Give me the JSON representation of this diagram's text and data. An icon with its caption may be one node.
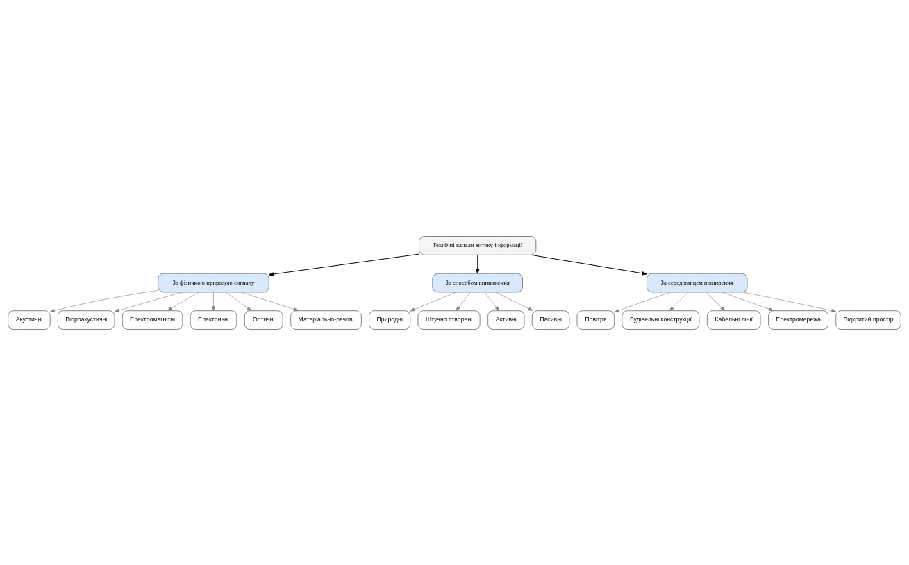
{
  "diagram": {
    "nodes": [
      {
        "text": [
          "Технічні канали витоку інформації"
        ]
      },
      {
        "text": [
          "За фізичною природою сигналу"
        ]
      },
      {
        "text": [
          "За способом виникнення"
        ]
      },
      {
        "text": [
          "За середовищем поширення"
        ]
      },
      {
        "text": [
          "Акустичні"
        ]
      },
      {
        "text": [
          "Віброакустичні"
        ]
      },
      {
        "text": [
          "Електромагнітні"
        ]
      },
      {
        "text": [
          "Електричні"
        ]
      },
      {
        "text": [
          "Оптичні"
        ]
      },
      {
        "text": [
          "Матеріально-речові"
        ]
      },
      {
        "text": [
          "Природні"
        ]
      },
      {
        "text": [
          "Штучно створені"
        ]
      },
      {
        "text": [
          "Активні"
        ]
      },
      {
        "text": [
          "Пасивні"
        ]
      },
      {
        "text": [
          "Повітря"
        ]
      },
      {
        "text": [
          "Будівельні конструкції"
        ]
      },
      {
        "text": [
          "Кабельні лінії"
        ]
      },
      {
        "text": [
          "Електромережа"
        ]
      },
      {
        "text": [
          "Відкритий простір"
        ]
      }
    ],
    "edges": [
      {
        "from": 0,
        "to": 1,
        "arrow": "to",
        "color": "#000000"
      },
      {
        "from": 0,
        "to": 2,
        "arrow": "to",
        "color": "#000000"
      },
      {
        "from": 0,
        "to": 3,
        "arrow": "to",
        "color": "#000000"
      },
      {
        "from": 1,
        "to": 4,
        "arrow": "to"
      },
      {
        "from": 1,
        "to": 5,
        "arrow": "to"
      },
      {
        "from": 1,
        "to": 6,
        "arrow": "to"
      },
      {
        "from": 1,
        "to": 7,
        "arrow": "to"
      },
      {
        "from": 1,
        "to": 8,
        "arrow": "to"
      },
      {
        "from": 1,
        "to": 9,
        "arrow": "to"
      },
      {
        "from": 2,
        "to": 10,
        "arrow": "to"
      },
      {
        "from": 2,
        "to": 11,
        "arrow": "to"
      },
      {
        "from": 2,
        "to": 12,
        "arrow": "to"
      },
      {
        "from": 2,
        "to": 13,
        "arrow": "to"
      },
      {
        "from": 3,
        "to": 14,
        "arrow": "to"
      },
      {
        "from": 3,
        "to": 15,
        "arrow": "to"
      },
      {
        "from": 3,
        "to": 16,
        "arrow": "to"
      },
      {
        "from": 3,
        "to": 17,
        "arrow": "to"
      },
      {
        "from": 3,
        "to": 18,
        "arrow": "to"
      }
    ]
  }
}
